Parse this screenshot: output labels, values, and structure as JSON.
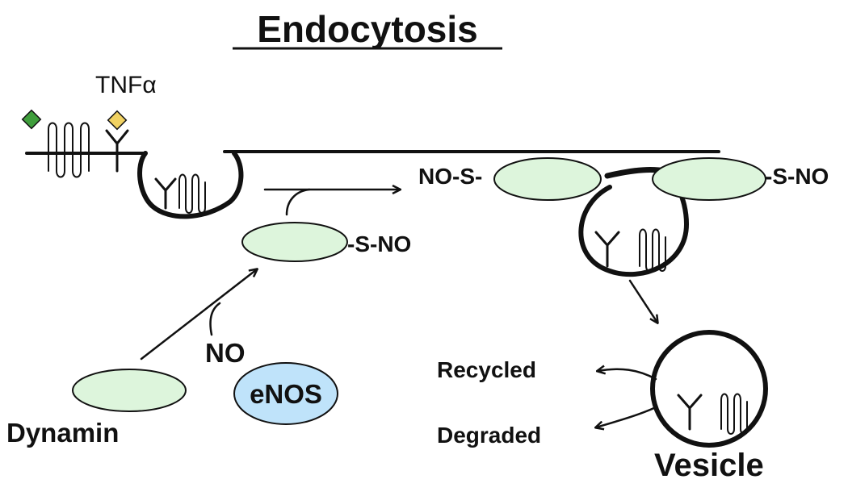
{
  "title": "Endocytosis",
  "labels": {
    "ligand": "TNFα",
    "dynamin": "Dynamin",
    "nitric_oxide": "NO",
    "enos": "eNOS",
    "sno_free": "-S-NO",
    "sno_left": "NO-S-",
    "sno_right": "-S-NO",
    "recycled": "Recycled",
    "degraded": "Degraded",
    "vesicle": "Vesicle"
  },
  "colors": {
    "dynamin_fill": "#ddf5dc",
    "enos_fill": "#bfe3fa",
    "ligand_green": "#3f9e3c",
    "ligand_yellow": "#f1d262",
    "ink": "#111111"
  }
}
